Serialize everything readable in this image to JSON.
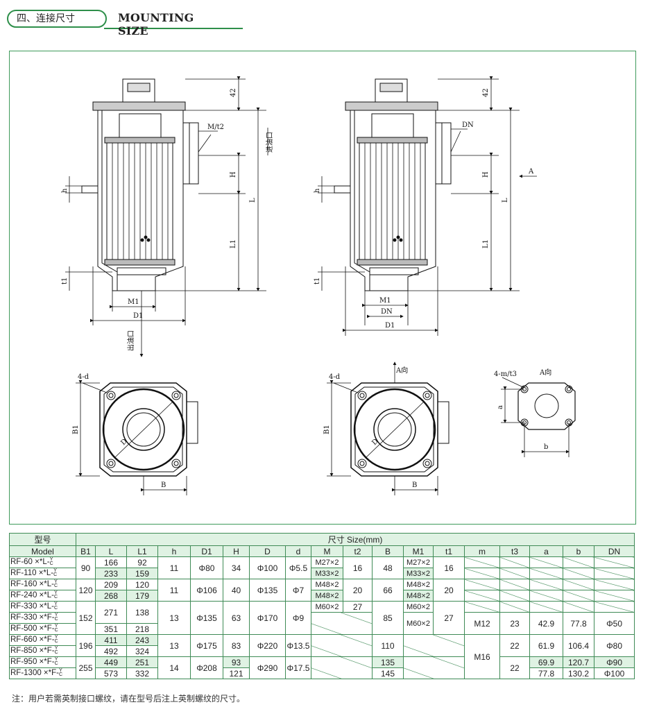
{
  "header": {
    "section_cn": "四、连接尺寸",
    "section_en": "MOUNTING SIZE"
  },
  "drawing_labels": {
    "m_t2": "M/t2",
    "inlet": "进油口",
    "outlet": "出油口",
    "dn": "DN",
    "a_arrow": "A",
    "h42": "42",
    "H": "H",
    "L": "L",
    "L1": "L1",
    "h": "h",
    "t1": "t1",
    "M1": "M1",
    "D1": "D1",
    "D": "D",
    "B1": "B1",
    "B": "B",
    "four_d": "4-d",
    "a_dir": "A向",
    "four_m_t3": "4-m/t3",
    "a": "a",
    "b": "b"
  },
  "table": {
    "group_model_cn": "型号",
    "group_model_en": "Model",
    "group_size": "尺寸 Size(mm)",
    "columns": [
      "B1",
      "L",
      "L1",
      "h",
      "D1",
      "H",
      "D",
      "d",
      "M",
      "t2",
      "B",
      "M1",
      "t1",
      "m",
      "t3",
      "a",
      "b",
      "DN"
    ],
    "models": [
      {
        "name": "RF-60 ×*L-",
        "sup": "Y",
        "sub": "C"
      },
      {
        "name": "RF-110 ×*L-",
        "sup": "Y",
        "sub": "C"
      },
      {
        "name": "RF-160 ×*L-",
        "sup": "Y",
        "sub": "C"
      },
      {
        "name": "RF-240 ×*L-",
        "sup": "Y",
        "sub": "C"
      },
      {
        "name": "RF-330 ×*L-",
        "sup": "Y",
        "sub": "C"
      },
      {
        "name": "RF-330 ×*F-",
        "sup": "Y",
        "sub": "C"
      },
      {
        "name": "RF-500 ×*F-",
        "sup": "Y",
        "sub": "C"
      },
      {
        "name": "RF-660 ×*F-",
        "sup": "Y",
        "sub": "C"
      },
      {
        "name": "RF-850 ×*F-",
        "sup": "Y",
        "sub": "C"
      },
      {
        "name": "RF-950 ×*F-",
        "sup": "Y",
        "sub": "C"
      },
      {
        "name": "RF-1300 ×*F-",
        "sup": "Y",
        "sub": "C"
      }
    ],
    "vals": {
      "b1_a": "90",
      "b1_b": "120",
      "b1_c": "152",
      "b1_d": "196",
      "b1_e": "255",
      "l_0": "166",
      "l_1": "233",
      "l_2": "209",
      "l_3": "268",
      "l_45": "271",
      "l_6": "351",
      "l_7": "411",
      "l_8": "492",
      "l_9": "449",
      "l_10": "573",
      "l1_0": "92",
      "l1_1": "159",
      "l1_2": "120",
      "l1_3": "179",
      "l1_45": "138",
      "l1_6": "218",
      "l1_7": "243",
      "l1_8": "324",
      "l1_9": "251",
      "l1_10": "332",
      "h_a": "11",
      "h_b": "11",
      "h_c": "13",
      "h_d": "13",
      "h_e": "14",
      "d1_a": "Φ80",
      "d1_b": "Φ106",
      "d1_c": "Φ135",
      "d1_d": "Φ175",
      "d1_e": "Φ208",
      "H_a": "34",
      "H_b": "40",
      "H_c": "63",
      "H_d": "83",
      "H_9": "93",
      "H_10": "121",
      "D_a": "Φ100",
      "D_b": "Φ135",
      "D_c": "Φ170",
      "D_d": "Φ220",
      "D_e": "Φ290",
      "d_a": "Φ5.5",
      "d_b": "Φ7",
      "d_c": "Φ9",
      "d_d": "Φ13.5",
      "d_e": "Φ17.5",
      "M_0": "M27×2",
      "M_1": "M33×2",
      "M_2": "M48×2",
      "M_3": "M48×2",
      "M_4": "M60×2",
      "t2_a": "16",
      "t2_b": "20",
      "t2_4": "27",
      "B_a": "48",
      "B_b": "66",
      "B_c": "85",
      "B_d": "110",
      "B_9": "135",
      "B_10": "145",
      "M1_0": "M27×2",
      "M1_1": "M33×2",
      "M1_2": "M48×2",
      "M1_3": "M48×2",
      "M1_4": "M60×2",
      "M1_56": "M60×2",
      "t1_a": "16",
      "t1_b": "20",
      "t1_c": "27",
      "m_c": "M12",
      "m_de": "M16",
      "t3_c": "23",
      "t3_d": "22",
      "t3_e": "22",
      "a_c": "42.9",
      "a_d": "61.9",
      "a_9": "69.9",
      "a_10": "77.8",
      "b_c": "77.8",
      "b_d": "106.4",
      "b_9": "120.7",
      "b_10": "130.2",
      "DN_c": "Φ50",
      "DN_d": "Φ80",
      "DN_9": "Φ90",
      "DN_10": "Φ100"
    }
  },
  "footnote": "注：用户若需英制接口螺纹，请在型号后注上英制螺纹的尺寸。"
}
